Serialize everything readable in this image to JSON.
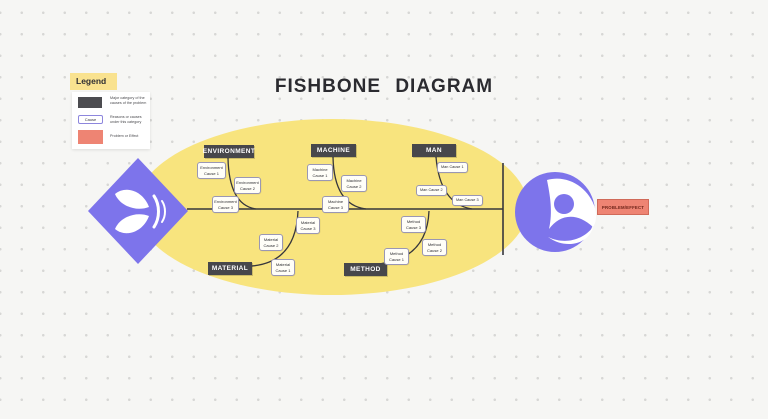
{
  "title": "FISHBONE  DIAGRAM",
  "legend": {
    "title": "Legend",
    "items": [
      {
        "label": "Major category of the causes of the problem"
      },
      {
        "swatch_text": "Cause",
        "label": "Reasons or causes under this category"
      },
      {
        "label": "Problem or Effect"
      }
    ]
  },
  "diagram": {
    "effect_label": "PROBLEM/EFFECT",
    "categories": [
      {
        "name": "ENVIRONMENT",
        "causes": [
          "Environment Cause 1",
          "Environment Cause 2",
          "Environment Cause 3"
        ]
      },
      {
        "name": "MACHINE",
        "causes": [
          "Machine Cause 1",
          "Machine Cause 2",
          "Machine Cause 3"
        ]
      },
      {
        "name": "MAN",
        "causes": [
          "Man Cause 1",
          "Man Cause 2",
          "Man Cause 3"
        ]
      },
      {
        "name": "MATERIAL",
        "causes": [
          "Material Cause 1",
          "Material Cause 2",
          "Material Cause 3"
        ]
      },
      {
        "name": "METHOD",
        "causes": [
          "Method Cause 1",
          "Method Cause 2",
          "Method Cause 3"
        ]
      }
    ]
  },
  "colors": {
    "body_yellow": "#F8E47E",
    "purple": "#7D74EB",
    "salmon": "#EE8473",
    "category_dark": "#47474B",
    "background": "#F6F6F4"
  }
}
